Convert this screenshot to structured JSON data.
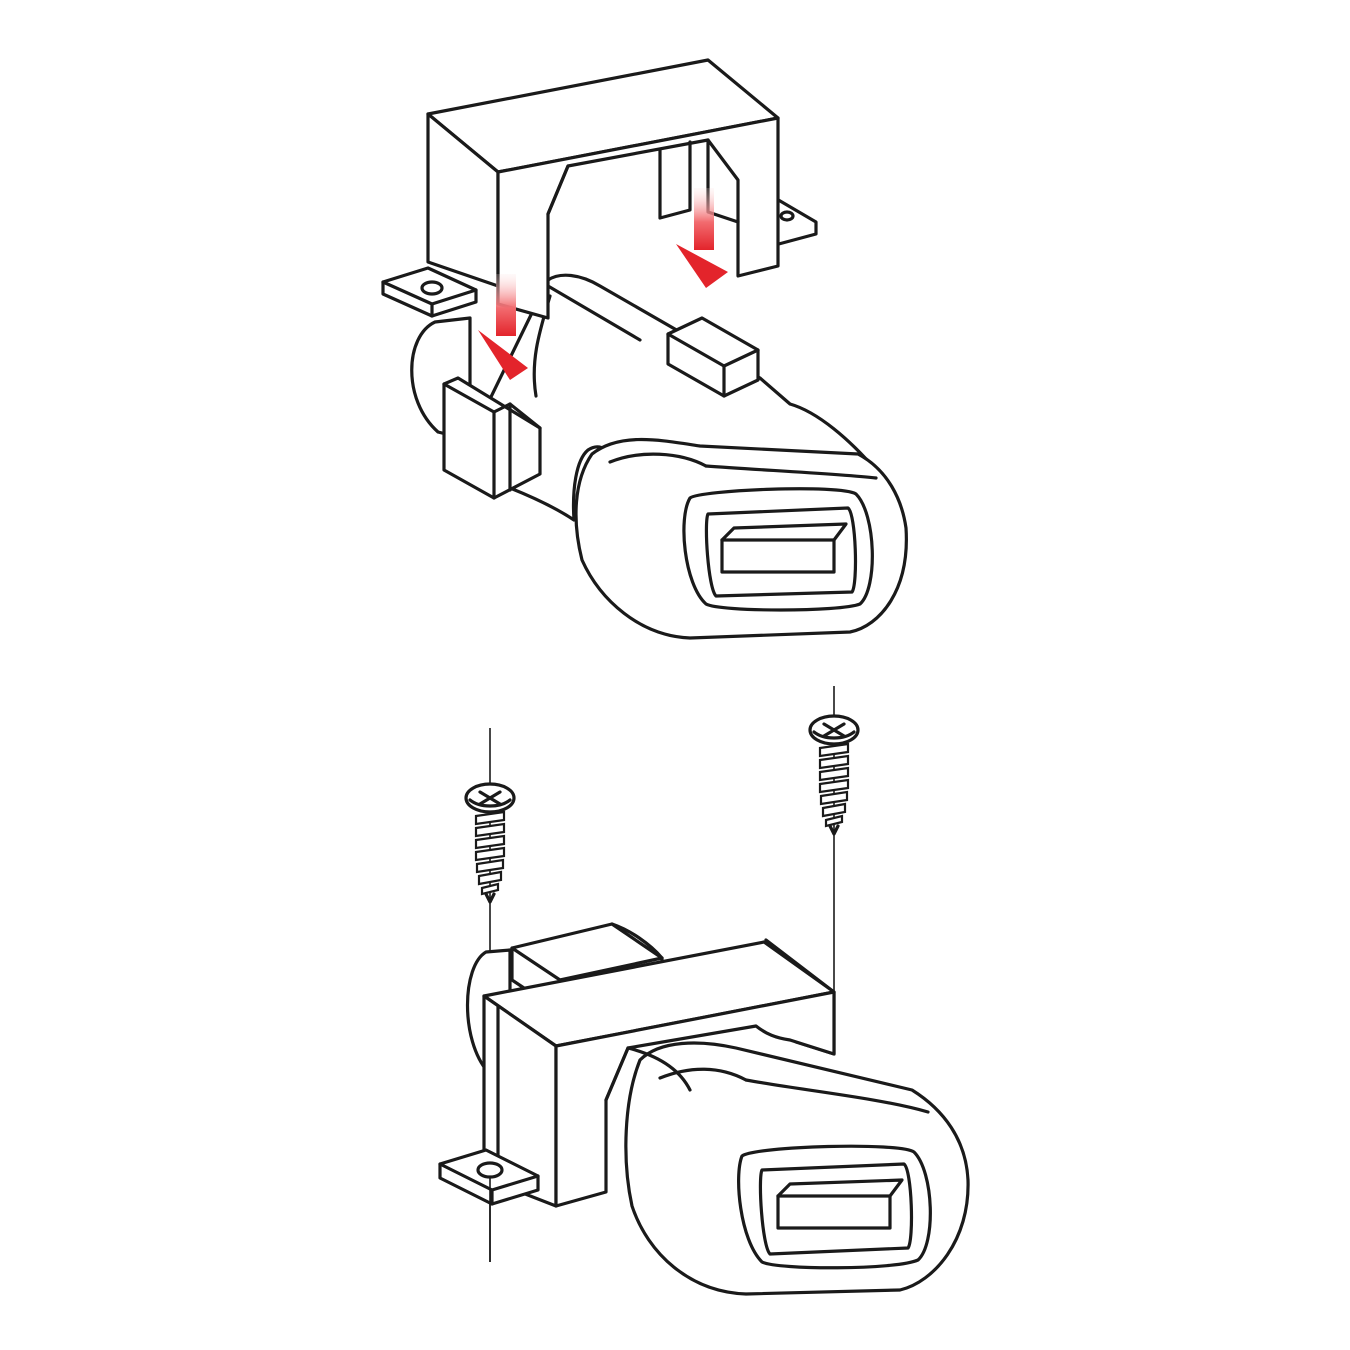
{
  "diagram": {
    "steps": [
      {
        "id": "step-1",
        "arrow_count": 2,
        "arrow_style": "insertion-down"
      },
      {
        "id": "step-2",
        "screw_count": 2
      }
    ],
    "colors": {
      "outline": "#1a1a1a",
      "background": "#ffffff",
      "arrow_solid": "#e3242b",
      "arrow_fade": "#f7b7b7"
    },
    "icons": [
      "down-arrow-icon",
      "screw-icon",
      "usb-port-icon"
    ]
  }
}
